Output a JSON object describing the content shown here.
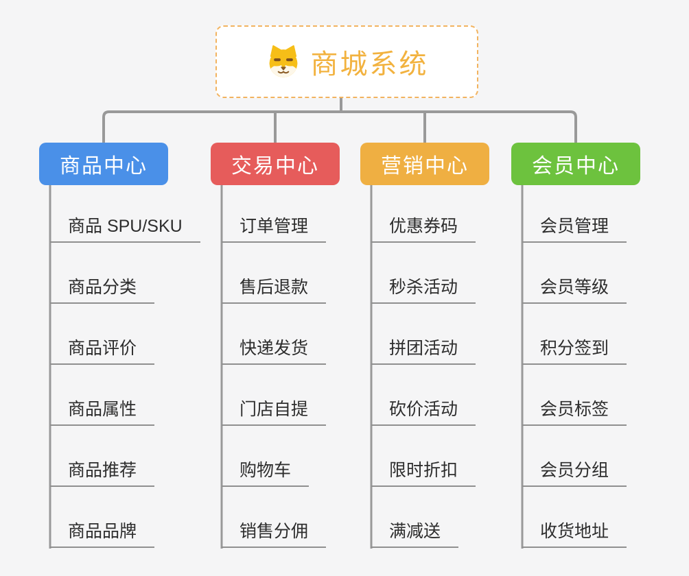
{
  "app": {
    "background": "#f5f5f6",
    "connector_color": "#999999",
    "underline_color": "#8f8f8f"
  },
  "root": {
    "title": "商城系统",
    "icon": "dog-face-icon",
    "text_color": "#f2b23f",
    "border_color": "#f2b35f"
  },
  "branches": [
    {
      "id": "product-center",
      "label": "商品中心",
      "color": "#4a90e8",
      "items": [
        "商品 SPU/SKU",
        "商品分类",
        "商品评价",
        "商品属性",
        "商品推荐",
        "商品品牌"
      ]
    },
    {
      "id": "trade-center",
      "label": "交易中心",
      "color": "#e65c5b",
      "items": [
        "订单管理",
        "售后退款",
        "快递发货",
        "门店自提",
        "购物车",
        "销售分佣"
      ]
    },
    {
      "id": "marketing-center",
      "label": "营销中心",
      "color": "#efaf42",
      "items": [
        "优惠券码",
        "秒杀活动",
        "拼团活动",
        "砍价活动",
        "限时折扣",
        "满减送"
      ]
    },
    {
      "id": "member-center",
      "label": "会员中心",
      "color": "#6dc23e",
      "items": [
        "会员管理",
        "会员等级",
        "积分签到",
        "会员标签",
        "会员分组",
        "收货地址"
      ]
    }
  ]
}
